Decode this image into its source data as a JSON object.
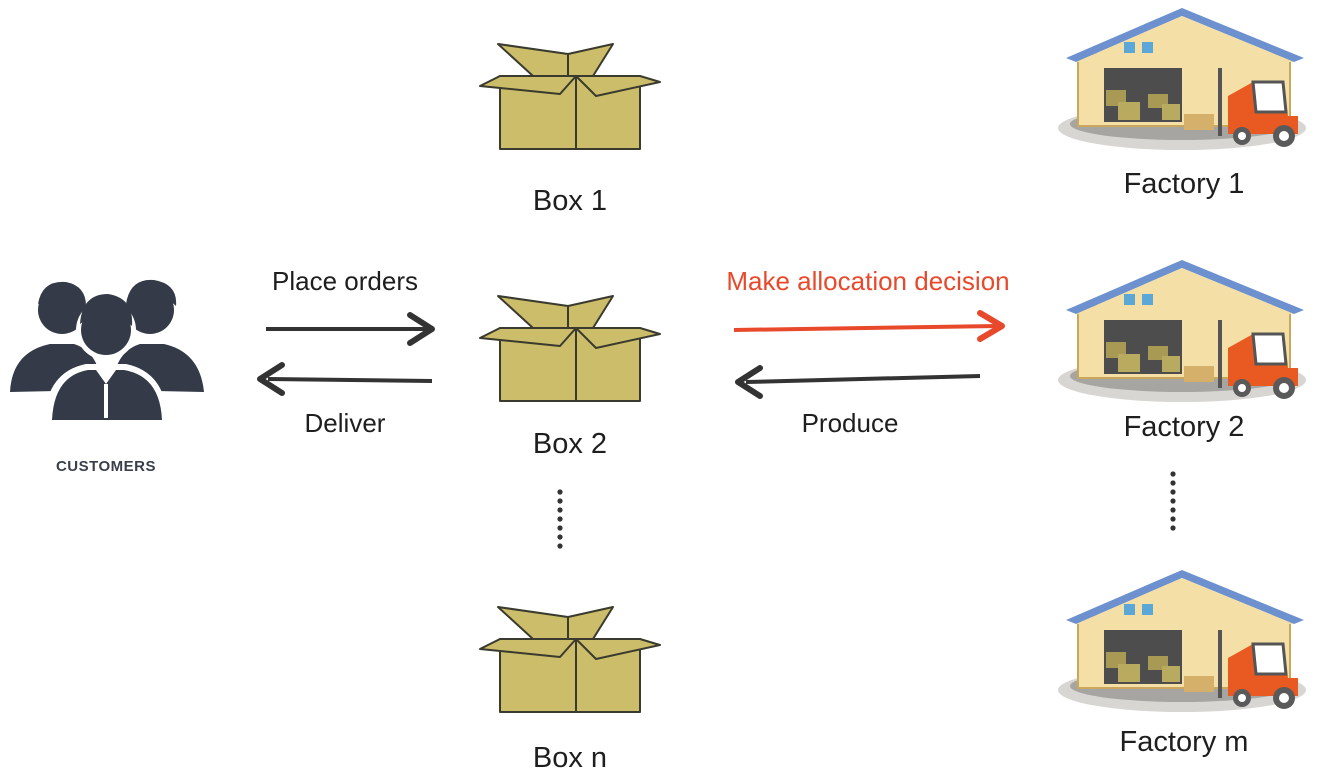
{
  "customers": {
    "label": "CUSTOMERS"
  },
  "boxes": [
    {
      "label": "Box 1"
    },
    {
      "label": "Box 2"
    },
    {
      "label": "Box n"
    }
  ],
  "factories": [
    {
      "label": "Factory 1"
    },
    {
      "label": "Factory 2"
    },
    {
      "label": "Factory m"
    }
  ],
  "edges": {
    "place_orders": "Place orders",
    "deliver": "Deliver",
    "allocation": "Make allocation decision",
    "produce": "Produce"
  },
  "colors": {
    "arrow": "#333333",
    "highlight": "#e8492b",
    "box": "#cbbd69",
    "roof": "#6d90cf",
    "wall": "#f4e0a6",
    "forklift": "#e85a22",
    "customer": "#343a48"
  },
  "icons": {
    "customers": "customers-group-icon",
    "box": "cardboard-box-icon",
    "factory": "warehouse-factory-icon"
  }
}
